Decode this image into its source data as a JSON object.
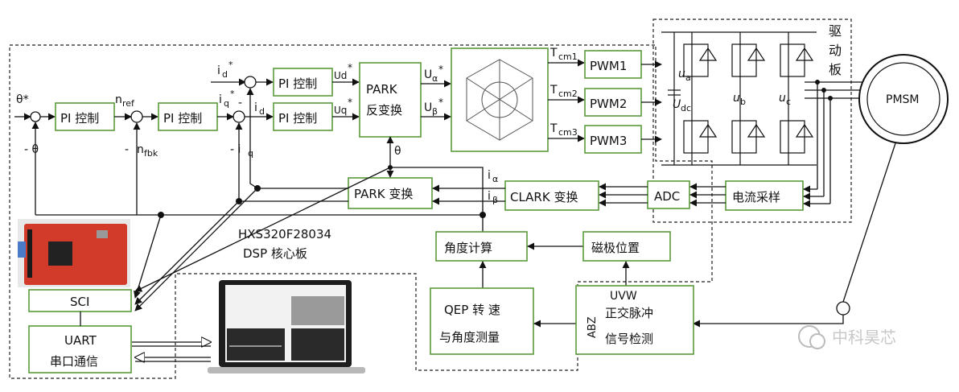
{
  "blocks": {
    "pi_speed": "PI 控制",
    "pi_iq": "PI 控制",
    "pi_d": "PI 控制",
    "pi_q": "PI 控制",
    "park_inv_1": "PARK",
    "park_inv_2": "反变换",
    "pwm1": "PWM1",
    "pwm2": "PWM2",
    "pwm3": "PWM3",
    "park": "PARK 变换",
    "clark": "CLARK 变换",
    "adc": "ADC",
    "current_sample": "电流采样",
    "angle_calc": "角度计算",
    "pole_pos": "磁极位置",
    "qep_1": "QEP  转 速",
    "qep_2": "与角度测量",
    "abz_1": "正交脉冲",
    "abz_2": "信号检测",
    "abz_side": "ABZ",
    "uvw": "UVW",
    "sci": "SCI",
    "uart_1": "UART",
    "uart_2": "串口通信",
    "pmsm": "PMSM",
    "driver_1": "驱",
    "driver_2": "动",
    "driver_3": "板"
  },
  "signals": {
    "theta_star": "θ*",
    "minus_theta": "-  θ",
    "n_ref": "n",
    "n_ref_sub": "ref",
    "n_fbk_minus": "-",
    "n_fbk": "n",
    "n_fbk_sub": "fbk",
    "id_star": "i",
    "id_star_sub": "d",
    "id_star_sup": "*",
    "iq_star": "i",
    "iq_star_sub": "q",
    "iq_star_sup": "*",
    "id": "i",
    "id_sub": "d",
    "iq_minus": "-  i",
    "iq_sub": "q",
    "minus": "-",
    "ud_star": "Ud",
    "uq_star": "Uq",
    "star": "*",
    "ua": "U",
    "ua_sub": "α",
    "ub": "U",
    "ub_sub": "β",
    "tcm1": "T",
    "tcm1_sub": "cm1",
    "tcm2": "T",
    "tcm2_sub": "cm2",
    "tcm3": "T",
    "tcm3_sub": "cm3",
    "theta_park": "θ",
    "i_alpha": "i",
    "i_alpha_sub": "α",
    "i_beta": "i",
    "i_beta_sub": "β",
    "u_a": "u",
    "u_a_sub": "a",
    "u_b": "u",
    "u_b_sub": "b",
    "u_c": "u",
    "u_c_sub": "c",
    "u_dc": "U",
    "u_dc_sub": "dc"
  },
  "dsp_label": {
    "line1": "HXS320F28034",
    "line2": "DSP 核心板"
  },
  "watermark": "中科昊芯"
}
